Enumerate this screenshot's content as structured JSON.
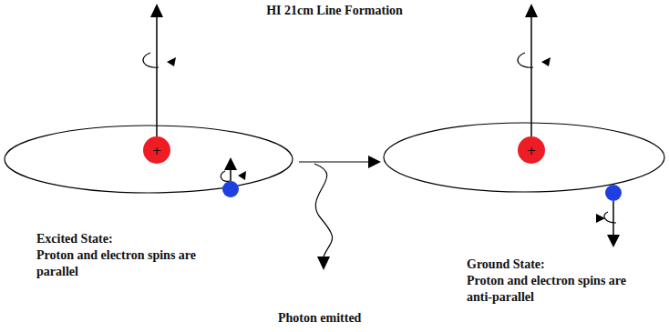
{
  "diagram": {
    "title": "HI 21cm Line Formation",
    "nodes": [
      {
        "text": [
          "+"
        ]
      },
      {
        "text": [
          "+"
        ]
      }
    ],
    "labels": [
      "Excited State:",
      "Proton and electron spins are parallel",
      "Photon emitted",
      "Ground State:",
      "Proton and electron spins are anti-parallel"
    ]
  }
}
